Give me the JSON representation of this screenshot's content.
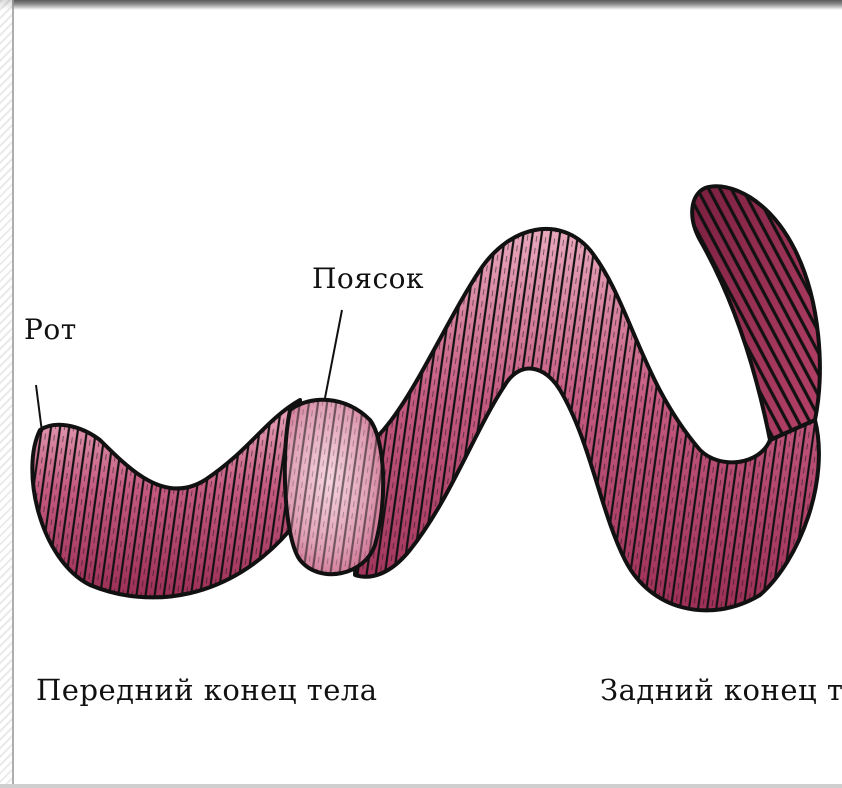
{
  "labels": {
    "mouth": "Рот",
    "clitellum": "Поясок",
    "front_end": "Передний конец тела",
    "rear_end": "Задний конец тела"
  },
  "colors": {
    "worm_body": "#b33a63",
    "worm_highlight": "#e9a9bd",
    "clitellum": "#e8b6c6",
    "segment_stroke": "#111111",
    "label_text": "#111111"
  }
}
